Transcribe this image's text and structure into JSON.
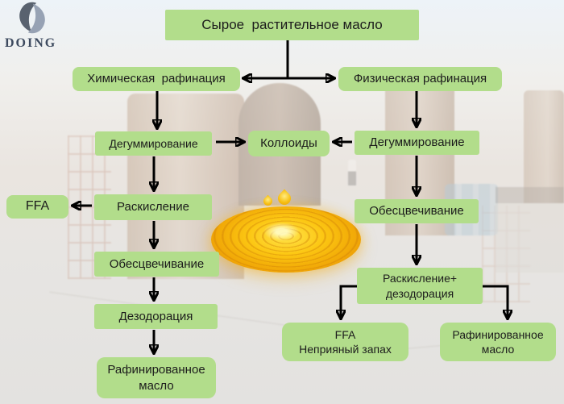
{
  "logo": {
    "brand": "DOING"
  },
  "flowchart": {
    "nodes": {
      "crude_oil": {
        "label": "Сырое  растительное масло"
      },
      "chemical": {
        "label": "Химическая  рафинация"
      },
      "physical": {
        "label": "Физическая рафинация"
      },
      "degumming_left": {
        "label": "Дегуммирование"
      },
      "colloids": {
        "label": "Коллоиды"
      },
      "degumming_right": {
        "label": "Дегуммирование"
      },
      "ffa_left": {
        "label": "FFA"
      },
      "deacidification": {
        "label": "Раскисление"
      },
      "bleaching_right": {
        "label": "Обесцвечивание"
      },
      "bleaching_left": {
        "label": "Обесцвечивание"
      },
      "deacid_deodor": {
        "label": "Раскисление+\nдезодорация"
      },
      "deodorization": {
        "label": "Дезодорация"
      },
      "ffa_smell": {
        "label": "FFA\nНеприяный запах"
      },
      "refined_oil_right": {
        "label": "Рафинированное\nмасло"
      },
      "refined_oil_left": {
        "label": "Рафинированное\nмасло"
      }
    }
  },
  "colors": {
    "node_green": "#b2dd8b",
    "arrow_black": "#000000",
    "text_dark": "#1c1c1c",
    "logo_dark": "#3d4a5f",
    "oil_gold": "#f7bf12"
  }
}
